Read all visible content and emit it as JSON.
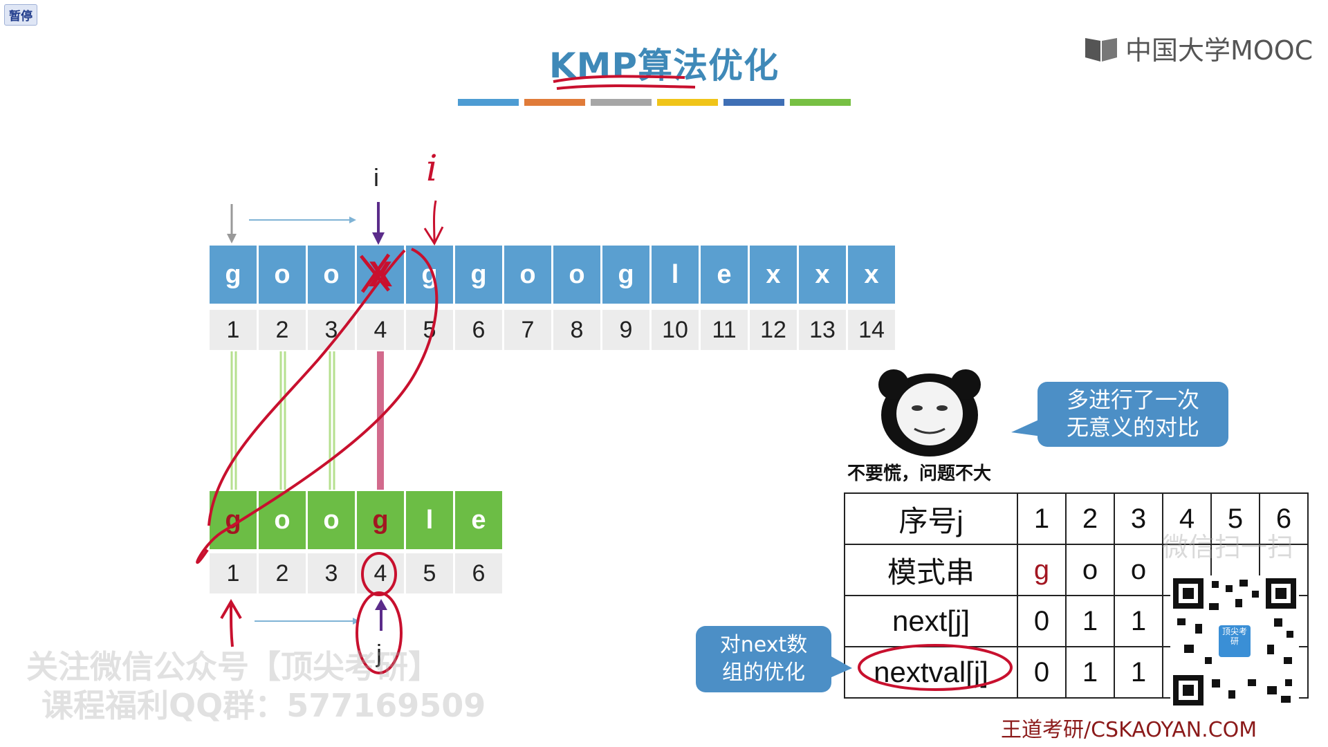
{
  "overlay": {
    "pause_label": "暂停"
  },
  "header": {
    "title": "KMP算法优化",
    "color_bars": [
      "#4d9cd3",
      "#e07b39",
      "#a6a6a6",
      "#f0c419",
      "#3f6fb5",
      "#77c043"
    ]
  },
  "brand": {
    "mooc_logo": "中国大学MOOC",
    "site_url": "王道考研/CSKAOYAN.COM"
  },
  "text_string": {
    "chars": [
      "g",
      "o",
      "o",
      "X",
      "g",
      "g",
      "o",
      "o",
      "g",
      "l",
      "e",
      "x",
      "x",
      "x"
    ],
    "indices": [
      "1",
      "2",
      "3",
      "4",
      "5",
      "6",
      "7",
      "8",
      "9",
      "10",
      "11",
      "12",
      "13",
      "14"
    ]
  },
  "pattern": {
    "chars": [
      "g",
      "o",
      "o",
      "g",
      "l",
      "e"
    ],
    "indices": [
      "1",
      "2",
      "3",
      "4",
      "5",
      "6"
    ]
  },
  "pointers": {
    "i_label": "i",
    "i_label_handwritten": "i",
    "j_label": "j"
  },
  "meme": {
    "caption": "不要慌，问题不大",
    "bubble_line1": "多进行了一次",
    "bubble_line2": "无意义的对比"
  },
  "callout": {
    "line1": "对next数",
    "line2": "组的优化"
  },
  "table": {
    "rows": [
      {
        "head": "序号j",
        "cells": [
          "1",
          "2",
          "3",
          "4",
          "5",
          "6"
        ]
      },
      {
        "head": "模式串",
        "cells": [
          "g",
          "o",
          "o"
        ]
      },
      {
        "head": "next[j]",
        "cells": [
          "0",
          "1",
          "1"
        ]
      },
      {
        "head": "nextval[j]",
        "cells": [
          "0",
          "1",
          "1"
        ]
      }
    ]
  },
  "watermarks": {
    "line1": "关注微信公众号【顶尖考研】",
    "line2": "课程福利QQ群：577169509",
    "wechat_scan": "微信扫一扫",
    "qr_badge": "顶尖考研"
  }
}
